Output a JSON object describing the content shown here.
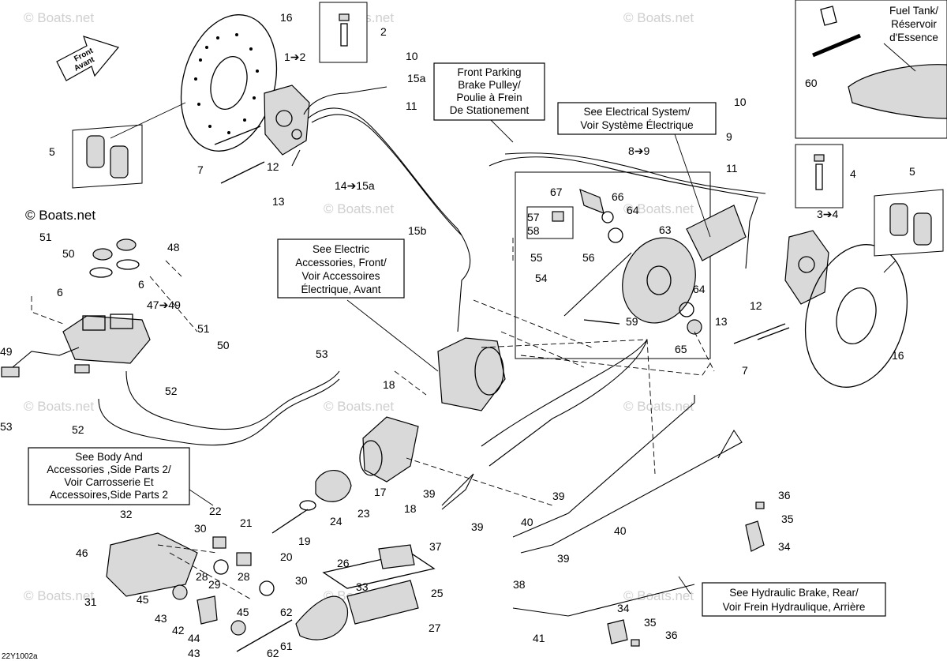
{
  "diagram": {
    "watermark": "© Boats.net",
    "copyright_label": "© Boats.net",
    "front_arrow": {
      "line1": "Front",
      "line2": "Avant"
    },
    "drawing_code": "22Y1002a",
    "notes": [
      {
        "id": "parking-pulley",
        "lines": [
          "Front Parking",
          "Brake Pulley/",
          "Poulie à Frein",
          "De Stationement"
        ]
      },
      {
        "id": "electrical-system",
        "lines": [
          "See Electrical System/",
          "Voir Système Électrique"
        ]
      },
      {
        "id": "electric-accessories",
        "lines": [
          "See Electric",
          "Accessories, Front/",
          "Voir Accessoires",
          "Électrique, Avant"
        ]
      },
      {
        "id": "body-accessories",
        "lines": [
          "See Body And",
          "Accessories ,Side Parts 2/",
          "Voir Carrosserie Et",
          "Accessoires,Side Parts 2"
        ]
      },
      {
        "id": "hydraulic-rear",
        "lines": [
          "See Hydraulic Brake, Rear/",
          "Voir Frein Hydraulique, Arrière"
        ]
      },
      {
        "id": "fuel-tank",
        "lines": [
          "Fuel Tank/",
          "Réservoir",
          "d'Essence"
        ]
      }
    ],
    "callouts": [
      "16",
      "2",
      "1➔2",
      "10",
      "15a",
      "11",
      "5",
      "7",
      "12",
      "13",
      "14➔15a",
      "15b",
      "8➔9",
      "67",
      "66",
      "64",
      "57",
      "58",
      "63",
      "56",
      "55",
      "54",
      "64",
      "59",
      "65",
      "10",
      "9",
      "11",
      "4",
      "3➔4",
      "5",
      "12",
      "13",
      "7",
      "16",
      "51",
      "50",
      "48",
      "6",
      "6",
      "47➔49",
      "49",
      "51",
      "50",
      "53",
      "53",
      "52",
      "52",
      "18",
      "17",
      "18",
      "39",
      "39",
      "39",
      "40",
      "37",
      "40",
      "39",
      "38",
      "36",
      "35",
      "34",
      "23",
      "24",
      "19",
      "20",
      "21",
      "22",
      "30",
      "28",
      "29",
      "28",
      "30",
      "32",
      "46",
      "31",
      "45",
      "43",
      "42",
      "44",
      "45",
      "43",
      "62",
      "61",
      "62",
      "26",
      "33",
      "25",
      "27",
      "34",
      "35",
      "36",
      "41",
      "60"
    ]
  }
}
